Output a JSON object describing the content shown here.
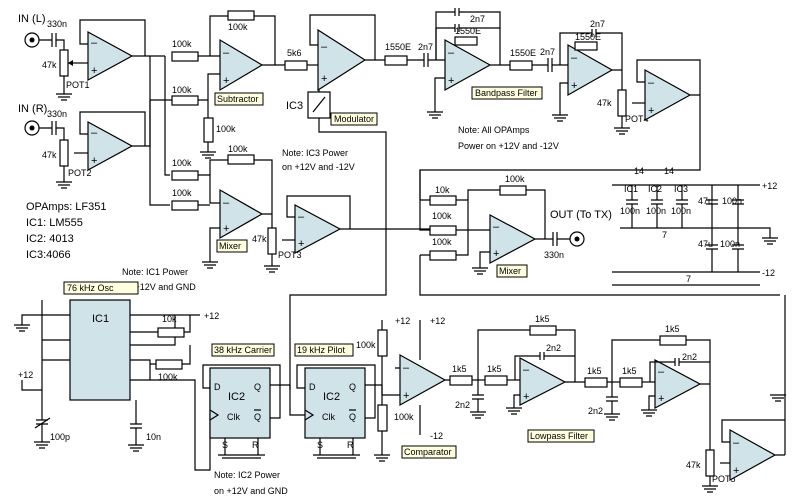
{
  "inputs": {
    "left": "IN (L)",
    "right": "IN (R)"
  },
  "output": "OUT (To TX)",
  "blocks": {
    "subtractor": "Subtractor",
    "modulator": "Modulator",
    "bandpass": "Bandpass Filter",
    "mixer1": "Mixer",
    "mixer2": "Mixer",
    "osc76": "76 kHz Osc",
    "carrier38": "38 kHz Carrier",
    "pilot19": "19 kHz Pilot",
    "comparator": "Comparator",
    "lowpass": "Lowpass Filter"
  },
  "ics": {
    "ic1": "IC1",
    "ic2a": "IC2",
    "ic2b": "IC2",
    "ic3": "IC3",
    "ic3b": "IC3"
  },
  "pots": {
    "pot1": "POT1",
    "pot2": "POT2",
    "pot3": "POT3",
    "pot4": "POT4",
    "pot5": "POT5"
  },
  "parts": {
    "c330n": "330n",
    "r47k": "47k",
    "r100k": "100k",
    "r5k6": "5k6",
    "r1550e": "1550E",
    "c2n7": "2n7",
    "r10k": "10k",
    "r1k5": "1k5",
    "c2n2": "2n2",
    "c100n": "100n",
    "c47u": "47u",
    "c100p": "100p",
    "c10n": "10n",
    "n14": "14",
    "n7": "7"
  },
  "flipflop": {
    "d": "D",
    "q": "Q",
    "clk": "Clk",
    "s": "S",
    "r": "R",
    "qbar": "Q"
  },
  "rails": {
    "p12": "+12",
    "m12": "-12"
  },
  "notes": {
    "opamps_l1": "OPAmps: LF351",
    "opamps_l2": "IC1: LM555",
    "opamps_l3": "IC2: 4013",
    "opamps_l4": "IC3:4066",
    "ic3_power_1": "Note: IC3 Power",
    "ic3_power_2": "on +12V and -12V",
    "all_opamps_1": "Note: All OPAmps",
    "all_opamps_2": "Power on +12V and -12V",
    "ic1_power_1": "Note: IC1 Power",
    "ic1_power_2": "on +12V and GND",
    "ic2_power_1": "Note: IC2 Power",
    "ic2_power_2": "on +12V and GND"
  }
}
